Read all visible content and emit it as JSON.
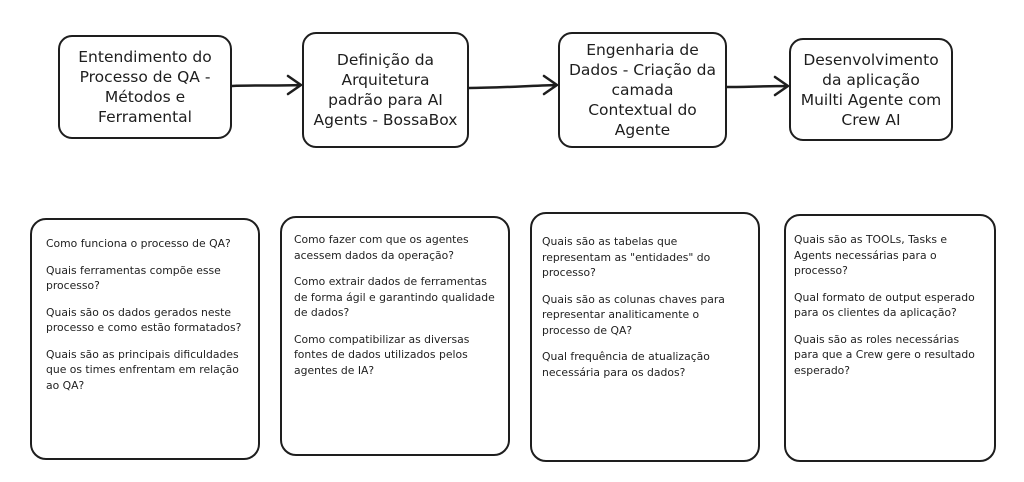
{
  "steps": [
    {
      "id": "qa-process",
      "label": "Entendimento do Processo de QA - Métodos e Ferramental"
    },
    {
      "id": "architecture",
      "label": "Definição da Arquitetura padrão para AI Agents - BossaBox"
    },
    {
      "id": "data-engineering",
      "label": "Engenharia de Dados - Criação da camada Contextual do Agente"
    },
    {
      "id": "multi-agent-app",
      "label": "Desenvolvimento da aplicação Muilti Agente com Crew AI"
    }
  ],
  "notes": [
    {
      "id": "qa-process",
      "questions": [
        "Como funciona o processo de QA?",
        "Quais ferramentas compõe esse processo?",
        "Quais são os dados gerados neste processo e como estão formatados?",
        "Quais são as principais dificuldades que os times enfrentam em relação ao QA?"
      ]
    },
    {
      "id": "architecture",
      "questions": [
        "Como fazer com que os agentes acessem dados da operação?",
        "Como extrair dados de ferramentas de forma ágil e garantindo qualidade de dados?",
        "Como compatibilizar as diversas fontes de dados utilizados pelos agentes de IA?"
      ]
    },
    {
      "id": "data-engineering",
      "questions": [
        "Quais são as tabelas que representam as \"entidades\" do processo?",
        "Quais são as colunas chaves para representar analiticamente o processo de QA?",
        "Qual frequência de atualização necessária para os dados?"
      ]
    },
    {
      "id": "multi-agent-app",
      "questions": [
        "Quais são as TOOLs, Tasks e Agents necessárias para o processo?",
        "Qual formato de output esperado para os clientes da aplicação?",
        "Quais são as roles necessárias para que a Crew gere o resultado esperado?"
      ]
    }
  ]
}
